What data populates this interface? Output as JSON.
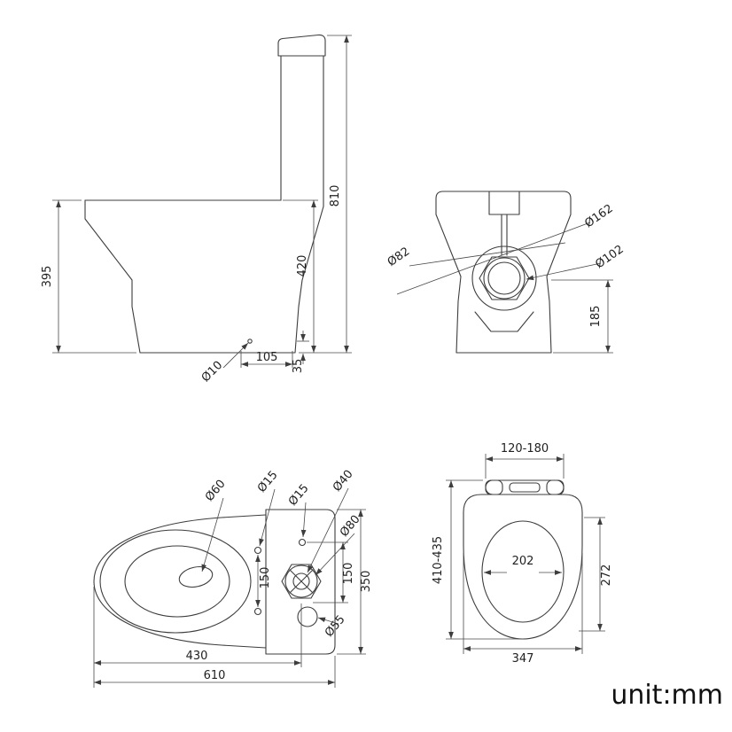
{
  "colors": {
    "line": "#3d3d3d",
    "text": "#1f1f1f"
  },
  "footer": {
    "unit_label": "unit:mm"
  },
  "side_view": {
    "total_height": "810",
    "rim_height": "420",
    "bowl_height": "395",
    "outlet_offset": "105",
    "outlet_height": "35",
    "fixing_hole_diameter": "Ø10"
  },
  "rear_view": {
    "flange_diameter": "Ø162",
    "mid_diameter": "Ø102",
    "outlet_diameter": "Ø82",
    "outlet_center_height": "185"
  },
  "plan_view": {
    "trapway_diameter": "Ø60",
    "seat_hole_diameter_left": "Ø15",
    "seat_hole_diameter_right": "Ø15",
    "flush_valve_diameter": "Ø40",
    "flush_valve_outer_diameter": "Ø80",
    "inlet_hole_diameter": "Ø55",
    "seat_hole_spacing": "150",
    "valve_hole_spacing": "150",
    "tank_length": "350",
    "bowl_projection": "430",
    "total_depth": "610"
  },
  "seat_view": {
    "hinge_spacing_range": "120-180",
    "seat_length_range": "410-435",
    "opening_width": "202",
    "opening_length": "272",
    "seat_width": "347"
  }
}
